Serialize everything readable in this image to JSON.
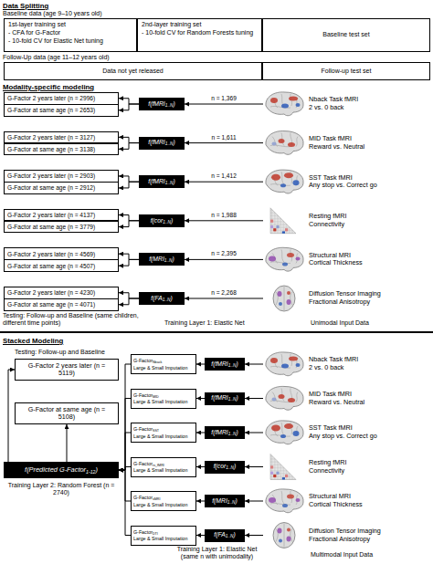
{
  "diagram": {
    "nodes": [
      {
        "text": [
          "1st-layer training set",
          "- CFA for G-Factor",
          "- 10-fold CV for Elastic Net tuning"
        ]
      },
      {
        "text": [
          "2nd-layer training set",
          "- 10-fold CV for Random Forests tuning"
        ]
      },
      {
        "text": [
          "Baseline test set"
        ]
      },
      {
        "text": [
          "Data not yet released"
        ]
      },
      {
        "text": [
          "Follow-up test set"
        ]
      },
      {
        "text": [
          "G-Factor 2 years later (n = 2996)"
        ]
      },
      {
        "text": [
          "G-Factor at same age (n = 2653)"
        ]
      },
      {
        "text": [
          "f(fMRI",
          "1..N",
          ")"
        ]
      },
      {
        "text": [
          "Nback Task fMRI",
          "2 vs. 0 back"
        ]
      },
      {
        "text": [
          "G-Factor 2 years later (n = 3127)"
        ]
      },
      {
        "text": [
          "G-Factor at same age (n = 3138)"
        ]
      },
      {
        "text": [
          "f(fMRI",
          "1..N",
          ")"
        ]
      },
      {
        "text": [
          "MID Task fMRI",
          "Reward vs. Neutral"
        ]
      },
      {
        "text": [
          "G-Factor 2 years later (n = 2903)"
        ]
      },
      {
        "text": [
          "G-Factor at same age (n = 2912)"
        ]
      },
      {
        "text": [
          "f(fMRI",
          "1..N",
          ")"
        ]
      },
      {
        "text": [
          "SST Task fMRI",
          "Any stop vs. Correct go"
        ]
      },
      {
        "text": [
          "G-Factor 2 years later (n = 4137)"
        ]
      },
      {
        "text": [
          "G-Factor at same age (n = 3779)"
        ]
      },
      {
        "text": [
          "f(cor",
          "1..N",
          ")"
        ]
      },
      {
        "text": [
          "Resting fMRI",
          "Connectivity"
        ]
      },
      {
        "text": [
          "G-Factor 2 years later (n = 4569)"
        ]
      },
      {
        "text": [
          "G-Factor at same age (n = 4507)"
        ]
      },
      {
        "text": [
          "f(MRI",
          "1..N",
          ")"
        ]
      },
      {
        "text": [
          "Structural MRI",
          "Cortical Thickness"
        ]
      },
      {
        "text": [
          "G-Factor 2 years later (n = 4230)"
        ]
      },
      {
        "text": [
          "G-Factor at same age (n = 4071)"
        ]
      },
      {
        "text": [
          "f(FA",
          "1..N",
          ")"
        ]
      },
      {
        "text": [
          "Diffusion Tensor Imaging",
          "Fractional Anisotropy"
        ]
      },
      {
        "text": [
          "G-Factor 2 years later (n = 5119)"
        ]
      },
      {
        "text": [
          "G-Factor at same age (n = 5108)"
        ]
      },
      {
        "text": [
          "f(Predicted G-Factor",
          "1-12",
          ")"
        ]
      },
      {
        "text": [
          "G-Factor",
          "Nback",
          "Large & Small Imputation"
        ]
      },
      {
        "text": [
          "f(fMRI",
          "1..N",
          ")"
        ]
      },
      {
        "text": [
          "Nback Task fMRI",
          "2 vs. 0 back"
        ]
      },
      {
        "text": [
          "G-Factor",
          "MID",
          "Large & Small Imputation"
        ]
      },
      {
        "text": [
          "f(fMRI",
          "1..N",
          ")"
        ]
      },
      {
        "text": [
          "MID Task fMRI",
          "Reward vs. Neutral"
        ]
      },
      {
        "text": [
          "G-Factor",
          "SST",
          "Large & Small Imputation"
        ]
      },
      {
        "text": [
          "f(fMRI",
          "1..N",
          ")"
        ]
      },
      {
        "text": [
          "SST Task fMRI",
          "Any stop vs. Correct go"
        ]
      },
      {
        "text": [
          "G-Factor",
          "rs_fMRI",
          "Large & Small Imputation"
        ]
      },
      {
        "text": [
          "f(cor",
          "1..N",
          ")"
        ]
      },
      {
        "text": [
          "Resting fMRI",
          "Connectivity"
        ]
      },
      {
        "text": [
          "G-Factor",
          "sMRI",
          "Large & Small Imputation"
        ]
      },
      {
        "text": [
          "f(MRI",
          "1..N",
          ")"
        ]
      },
      {
        "text": [
          "Structural MRI",
          "Cortical Thickness"
        ]
      },
      {
        "text": [
          "G-Factor",
          "DTI",
          "Large & Small Imputation"
        ]
      },
      {
        "text": [
          "f(FA",
          "1..N",
          ")"
        ]
      },
      {
        "text": [
          "Diffusion Tensor Imaging",
          "Fractional Anisotropy"
        ]
      }
    ],
    "edges": [
      {
        "from": 8,
        "to": 7,
        "arrow": "to",
        "label": "n = 1,369"
      },
      {
        "from": 7,
        "to": 5,
        "arrow": "to"
      },
      {
        "from": 7,
        "to": 6,
        "arrow": "to"
      },
      {
        "from": 12,
        "to": 11,
        "arrow": "to",
        "label": "n = 1,611"
      },
      {
        "from": 11,
        "to": 9,
        "arrow": "to"
      },
      {
        "from": 11,
        "to": 10,
        "arrow": "to"
      },
      {
        "from": 16,
        "to": 15,
        "arrow": "to",
        "label": "n = 1,412"
      },
      {
        "from": 15,
        "to": 13,
        "arrow": "to"
      },
      {
        "from": 15,
        "to": 14,
        "arrow": "to"
      },
      {
        "from": 20,
        "to": 19,
        "arrow": "to",
        "label": "n = 1,988"
      },
      {
        "from": 19,
        "to": 17,
        "arrow": "to"
      },
      {
        "from": 19,
        "to": 18,
        "arrow": "to"
      },
      {
        "from": 24,
        "to": 23,
        "arrow": "to",
        "label": "n = 2,395"
      },
      {
        "from": 23,
        "to": 21,
        "arrow": "to"
      },
      {
        "from": 23,
        "to": 22,
        "arrow": "to"
      },
      {
        "from": 28,
        "to": 27,
        "arrow": "to",
        "label": "n = 2,268"
      },
      {
        "from": 27,
        "to": 25,
        "arrow": "to"
      },
      {
        "from": 27,
        "to": 26,
        "arrow": "to"
      },
      {
        "from": 31,
        "to": 29,
        "arrow": "to"
      },
      {
        "from": 31,
        "to": 30,
        "arrow": "to"
      },
      {
        "from": 34,
        "to": 33,
        "arrow": "to"
      },
      {
        "from": 33,
        "to": 32,
        "arrow": "to"
      },
      {
        "from": 32,
        "to": 31,
        "arrow": "to"
      },
      {
        "from": 37,
        "to": 36,
        "arrow": "to"
      },
      {
        "from": 36,
        "to": 35,
        "arrow": "to"
      },
      {
        "from": 35,
        "to": 31,
        "arrow": "to"
      },
      {
        "from": 40,
        "to": 39,
        "arrow": "to"
      },
      {
        "from": 39,
        "to": 38,
        "arrow": "to"
      },
      {
        "from": 38,
        "to": 31,
        "arrow": "to"
      },
      {
        "from": 43,
        "to": 42,
        "arrow": "to"
      },
      {
        "from": 42,
        "to": 41,
        "arrow": "to"
      },
      {
        "from": 41,
        "to": 31,
        "arrow": "to"
      },
      {
        "from": 46,
        "to": 45,
        "arrow": "to"
      },
      {
        "from": 45,
        "to": 44,
        "arrow": "to"
      },
      {
        "from": 44,
        "to": 31,
        "arrow": "to"
      },
      {
        "from": 49,
        "to": 48,
        "arrow": "to"
      },
      {
        "from": 48,
        "to": 47,
        "arrow": "to"
      },
      {
        "from": 47,
        "to": 31,
        "arrow": "to"
      }
    ],
    "labels": [
      "Data Splitting",
      "Baseline data (age 9–10 years old)",
      "Follow-Up data (age 11–12 years old)",
      "Modality-specific modeling",
      "Testing: Follow-up and Baseline (same children, different time points)",
      "Training Layer 1: Elastic Net",
      "Unimodal Input Data",
      "Stacked Modeling",
      "Testing: Follow-up and Baseline",
      "Training Layer 2: Random Forest (n = 2740)",
      "Training Layer 1: Elastic Net (same n with unimodality)",
      "Multimodal Input Data"
    ]
  }
}
